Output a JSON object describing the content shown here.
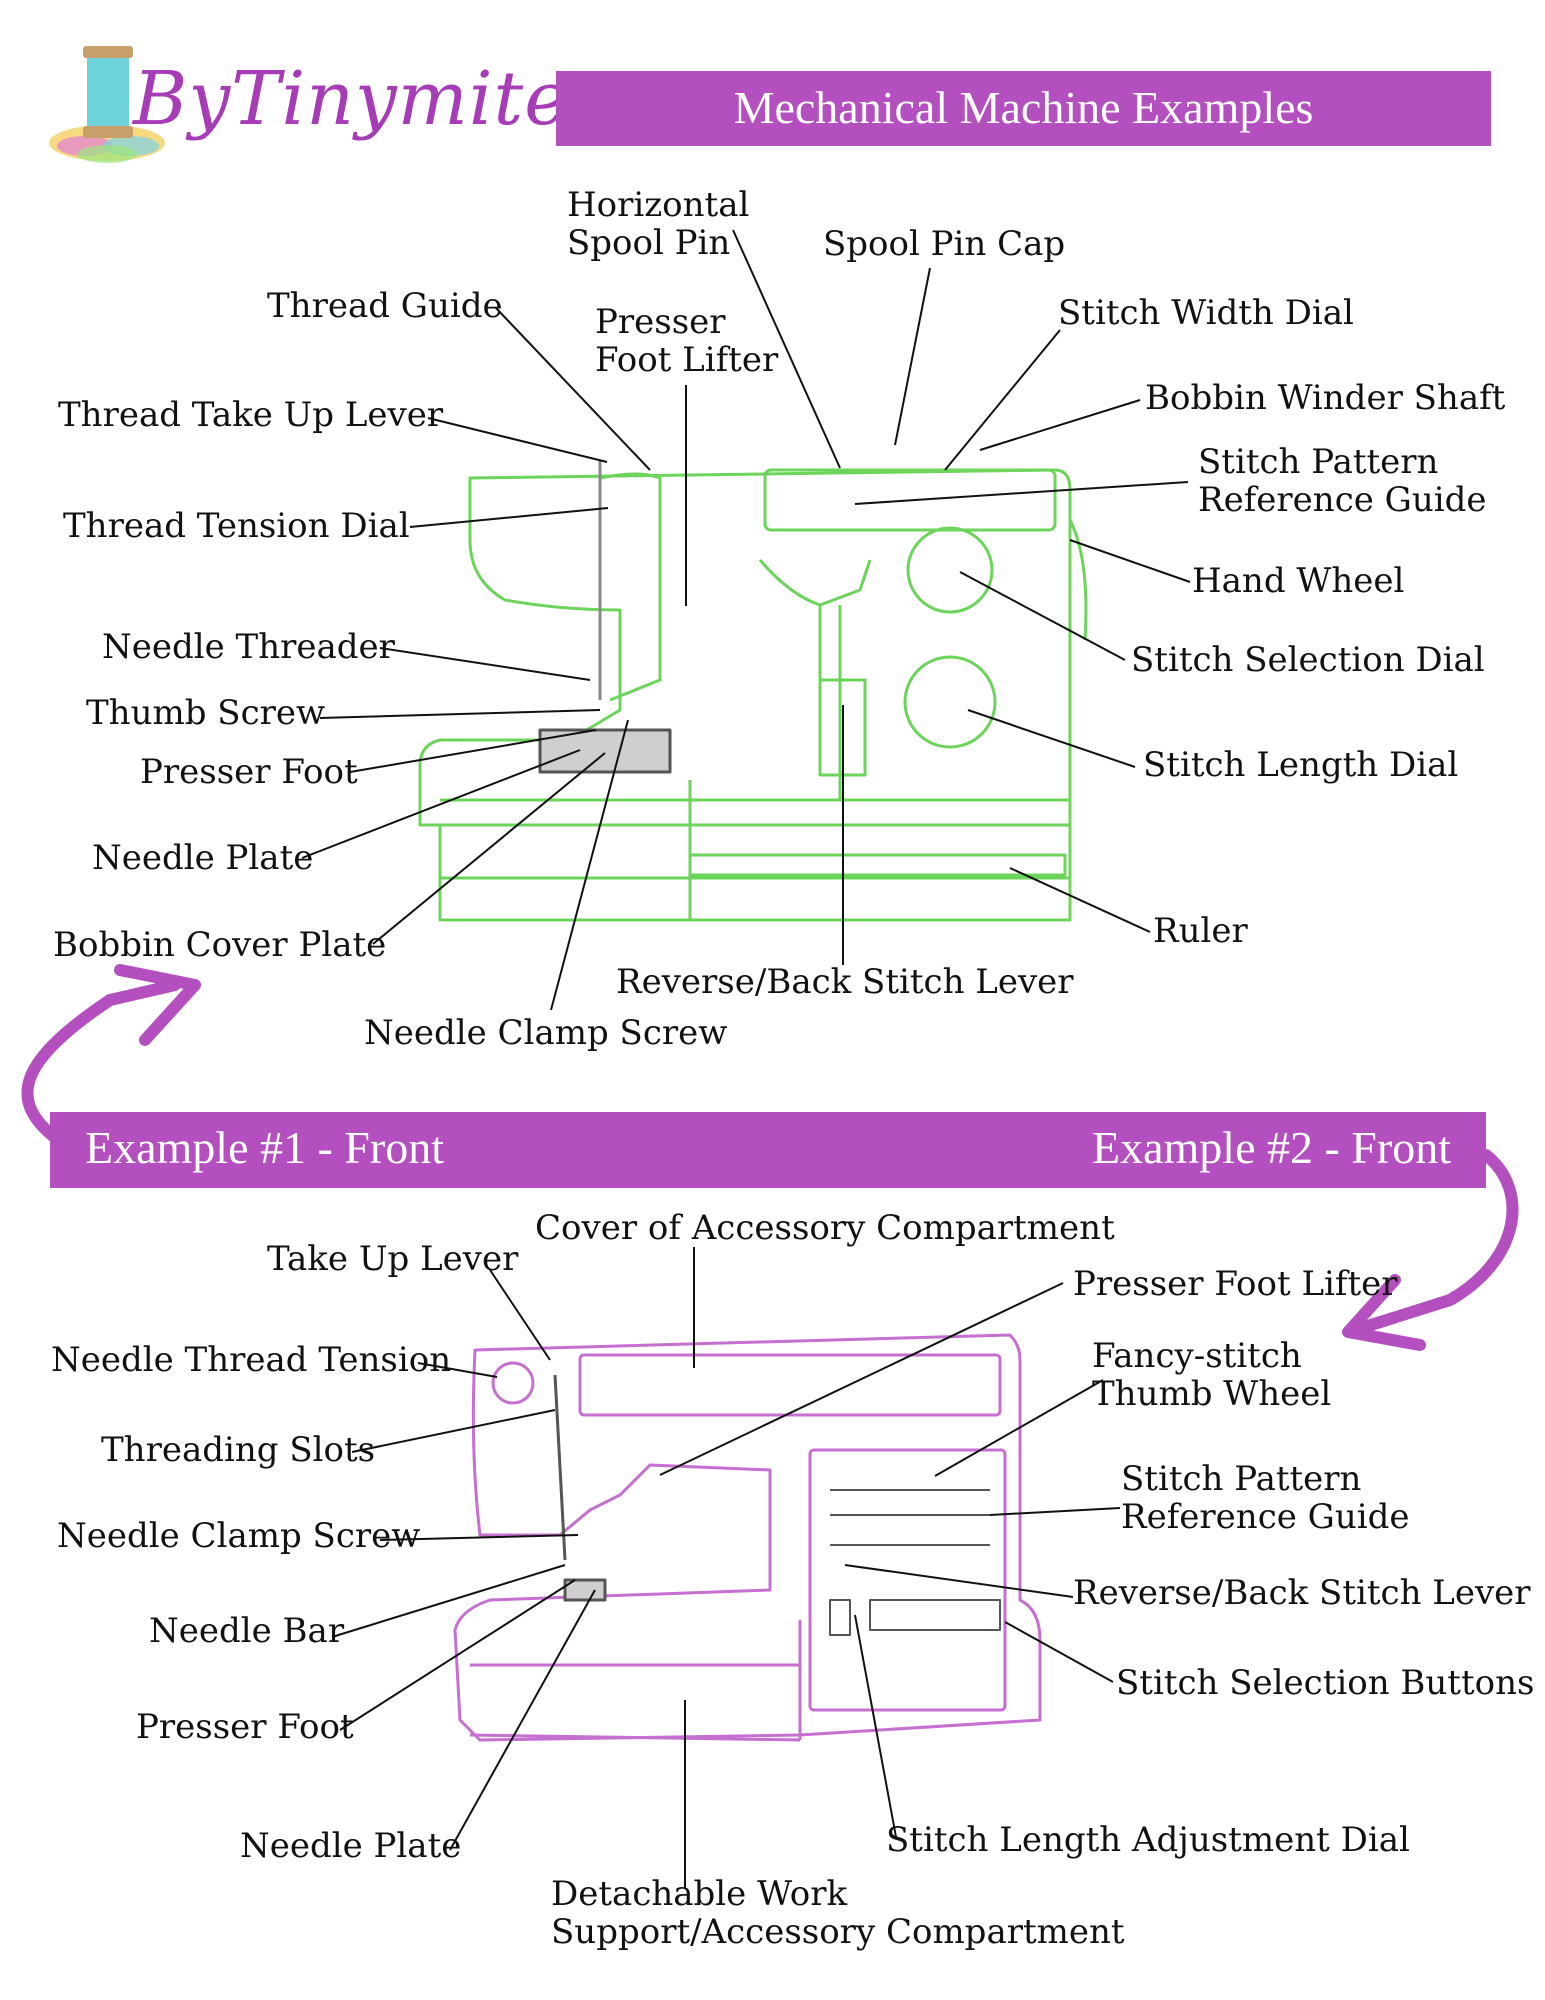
{
  "brand": {
    "name": "ByTinymite",
    "purple": "#b34fbf",
    "green": "#6cd45a",
    "pink": "#c56fd0"
  },
  "top_banner": "Mechanical Machine Examples",
  "mid_banner": {
    "left": "Example #1 - Front",
    "right": "Example #2 - Front"
  },
  "example1": {
    "horizontal_spool_pin": [
      "Horizontal",
      "Spool Pin"
    ],
    "spool_pin_cap": "Spool Pin Cap",
    "thread_guide": "Thread Guide",
    "presser_foot_lifter": [
      "Presser",
      "Foot Lifter"
    ],
    "stitch_width_dial": "Stitch Width Dial",
    "thread_take_up_lever": "Thread Take Up Lever",
    "bobbin_winder_shaft": "Bobbin Winder Shaft",
    "stitch_pattern_reference_guide": [
      "Stitch Pattern",
      "Reference Guide"
    ],
    "thread_tension_dial": "Thread Tension Dial",
    "hand_wheel": "Hand Wheel",
    "needle_threader": "Needle Threader",
    "stitch_selection_dial": "Stitch Selection Dial",
    "thumb_screw": "Thumb Screw",
    "presser_foot": "Presser Foot",
    "stitch_length_dial": "Stitch Length Dial",
    "needle_plate": "Needle Plate",
    "ruler": "Ruler",
    "bobbin_cover_plate": "Bobbin Cover Plate",
    "reverse_back_stitch_lever": "Reverse/Back Stitch Lever",
    "needle_clamp_screw": "Needle Clamp Screw"
  },
  "example2": {
    "cover_of_accessory_compartment": "Cover of Accessory Compartment",
    "take_up_lever": "Take Up Lever",
    "presser_foot_lifter": "Presser Foot Lifter",
    "needle_thread_tension": "Needle Thread Tension",
    "fancy_stitch_thumb_wheel": [
      "Fancy-stitch",
      "Thumb Wheel"
    ],
    "threading_slots": "Threading Slots",
    "stitch_pattern_reference_guide": [
      "Stitch Pattern",
      "Reference Guide"
    ],
    "needle_clamp_screw": "Needle Clamp Screw",
    "reverse_back_stitch_lever": "Reverse/Back Stitch Lever",
    "needle_bar": "Needle Bar",
    "stitch_selection_buttons": "Stitch Selection Buttons",
    "presser_foot": "Presser Foot",
    "needle_plate": "Needle Plate",
    "stitch_length_adjustment_dial": "Stitch Length Adjustment Dial",
    "detachable_work_support": [
      "Detachable Work",
      "Support/Accessory Compartment"
    ]
  }
}
